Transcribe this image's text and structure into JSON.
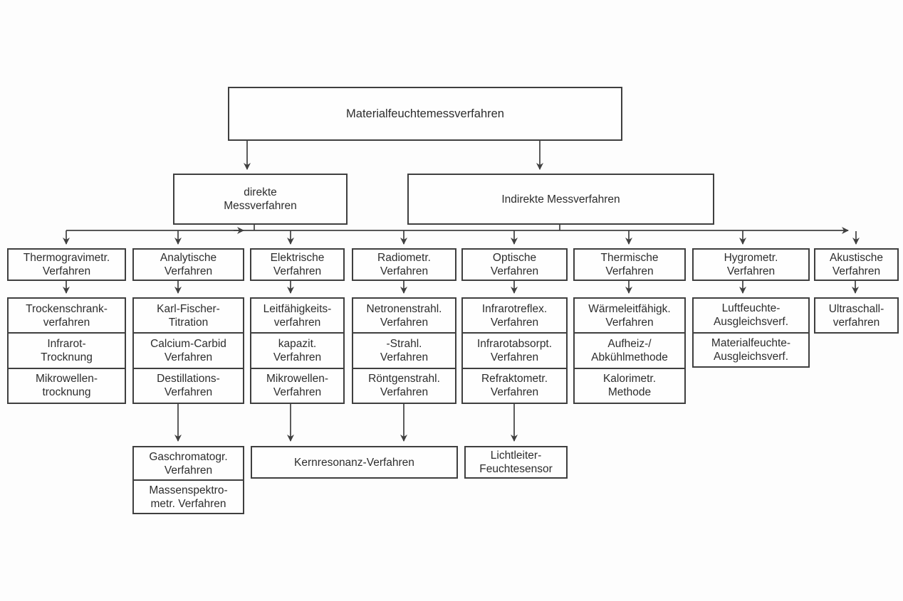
{
  "root": {
    "label": "Materialfeuchtemessverfahren"
  },
  "level2": {
    "direct": "direkte\nMessverfahren",
    "indirect": "Indirekte Messverfahren"
  },
  "columns": [
    {
      "header": "Thermogravimetr.\nVerfahren",
      "items": [
        "Trockenschrank-\nverfahren",
        "Infrarot-\nTrocknung",
        "Mikrowellen-\ntrocknung"
      ]
    },
    {
      "header": "Analytische\nVerfahren",
      "items": [
        "Karl-Fischer-\nTitration",
        "Calcium-Carbid\nVerfahren",
        "Destillations-\nVerfahren"
      ]
    },
    {
      "header": "Elektrische\nVerfahren",
      "items": [
        "Leitfähigkeits-\nverfahren",
        "kapazit.\nVerfahren",
        "Mikrowellen-\nVerfahren"
      ]
    },
    {
      "header": "Radiometr.\nVerfahren",
      "items": [
        "Netronenstrahl.\nVerfahren",
        "-Strahl.\nVerfahren",
        "Röntgenstrahl.\nVerfahren"
      ]
    },
    {
      "header": "Optische\nVerfahren",
      "items": [
        "Infrarotreflex.\nVerfahren",
        "Infrarotabsorpt.\nVerfahren",
        "Refraktometr.\nVerfahren"
      ]
    },
    {
      "header": "Thermische\nVerfahren",
      "items": [
        "Wärmeleitfähigk.\nVerfahren",
        "Aufheiz-/\nAbkühlmethode",
        "Kalorimetr.\nMethode"
      ]
    },
    {
      "header": "Hygrometr.\nVerfahren",
      "items": [
        "Luftfeuchte-\nAusgleichsverf.",
        "Materialfeuchte-\nAusgleichsverf."
      ]
    },
    {
      "header": "Akustische\nVerfahren",
      "items": [
        "Ultraschall-\nverfahren"
      ]
    }
  ],
  "bottom": {
    "analytic_extra": [
      "Gaschromatogr.\nVerfahren",
      "Massenspektro-\nmetr. Verfahren"
    ],
    "kernresonanz": "Kernresonanz-Verfahren",
    "lichtleiter": "Lichtleiter-\nFeuchtesensor"
  },
  "colors": {
    "line": "#3f3f3f",
    "text": "#2d2d2d",
    "background": "#fdfdfd",
    "box_fill": "#fefefe"
  }
}
